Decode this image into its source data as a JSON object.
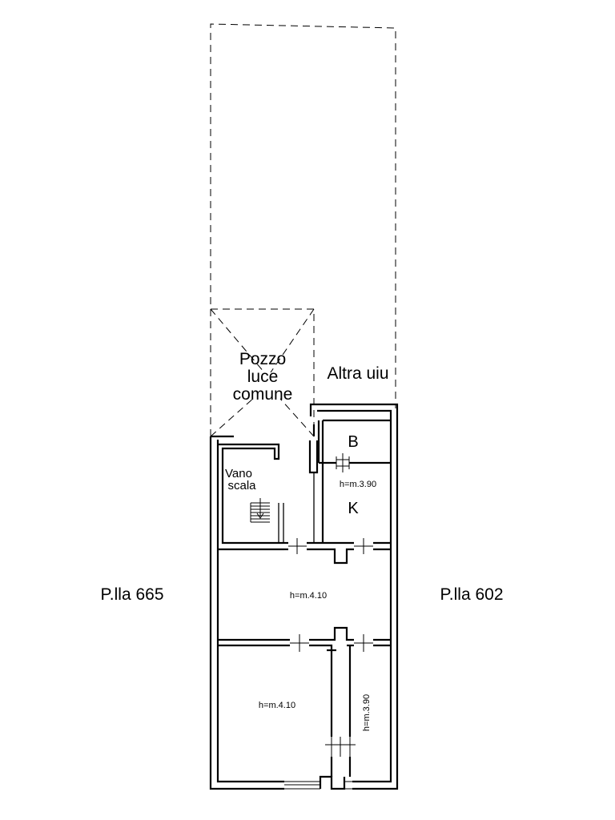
{
  "labels": {
    "pozzo_line1": "Pozzo",
    "pozzo_line2": "luce",
    "pozzo_line3": "comune",
    "altra_uiu": "Altra uiu",
    "bath": "B",
    "kitchen": "K",
    "kitchen_height": "h=m.3.90",
    "vano_line1": "Vano",
    "vano_line2": "scala",
    "central_height": "h=m.4.10",
    "bottom_left_height": "h=m.4.10",
    "corridor_height": "h=m.3.90",
    "parcel_left": "P.lla 665",
    "parcel_right": "P.lla 602"
  }
}
